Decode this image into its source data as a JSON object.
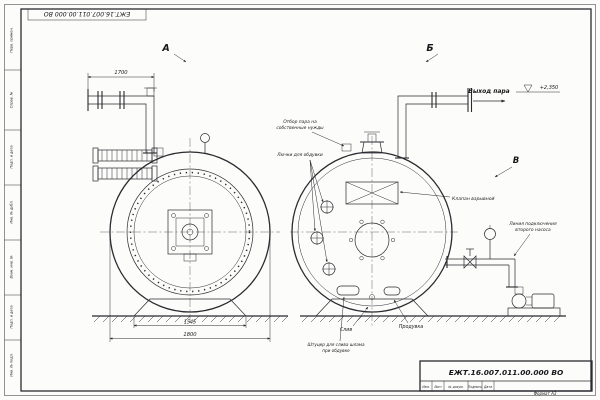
{
  "sheet": {
    "code": "ЕЖТ.16.007.011.00.000  ВО",
    "code_top_inverted": "ЕЖТ.16.007.011.00.000 ВО",
    "format_label": "Формат А3"
  },
  "title_block": {
    "col_izm": "Изм.",
    "col_list": "Лист",
    "col_doc": "№ докум.",
    "col_podp": "Подпись",
    "col_data": "Дата"
  },
  "side_stamp": {
    "s1": "Перв. примен.",
    "s2": "Справ. №",
    "s3": "Подп. и дата",
    "s4": "Инв. № дубл.",
    "s5": "Взам. инв. №",
    "s6": "Подп. и дата",
    "s7": "Инв. № подл."
  },
  "views": {
    "a": "А",
    "b": "Б",
    "v": "В"
  },
  "dims": {
    "d1700": "1700",
    "d1545": "1545",
    "d1800": "1800",
    "elev": "+2,350"
  },
  "ann": {
    "steam_out": "Выход пара",
    "own_needs_1": "Отбор пара на",
    "own_needs_2": "собственные нужды",
    "hatches": "Лючки для обдувки",
    "expl_valve": "Клапан взрывной",
    "pump_line_1": "Линия подключения",
    "pump_line_2": "второго насоса",
    "drain": "Слив",
    "blowdown": "Продувка",
    "sludge_1": "Штуцер для слива шлама",
    "sludge_2": "при обдувке"
  }
}
